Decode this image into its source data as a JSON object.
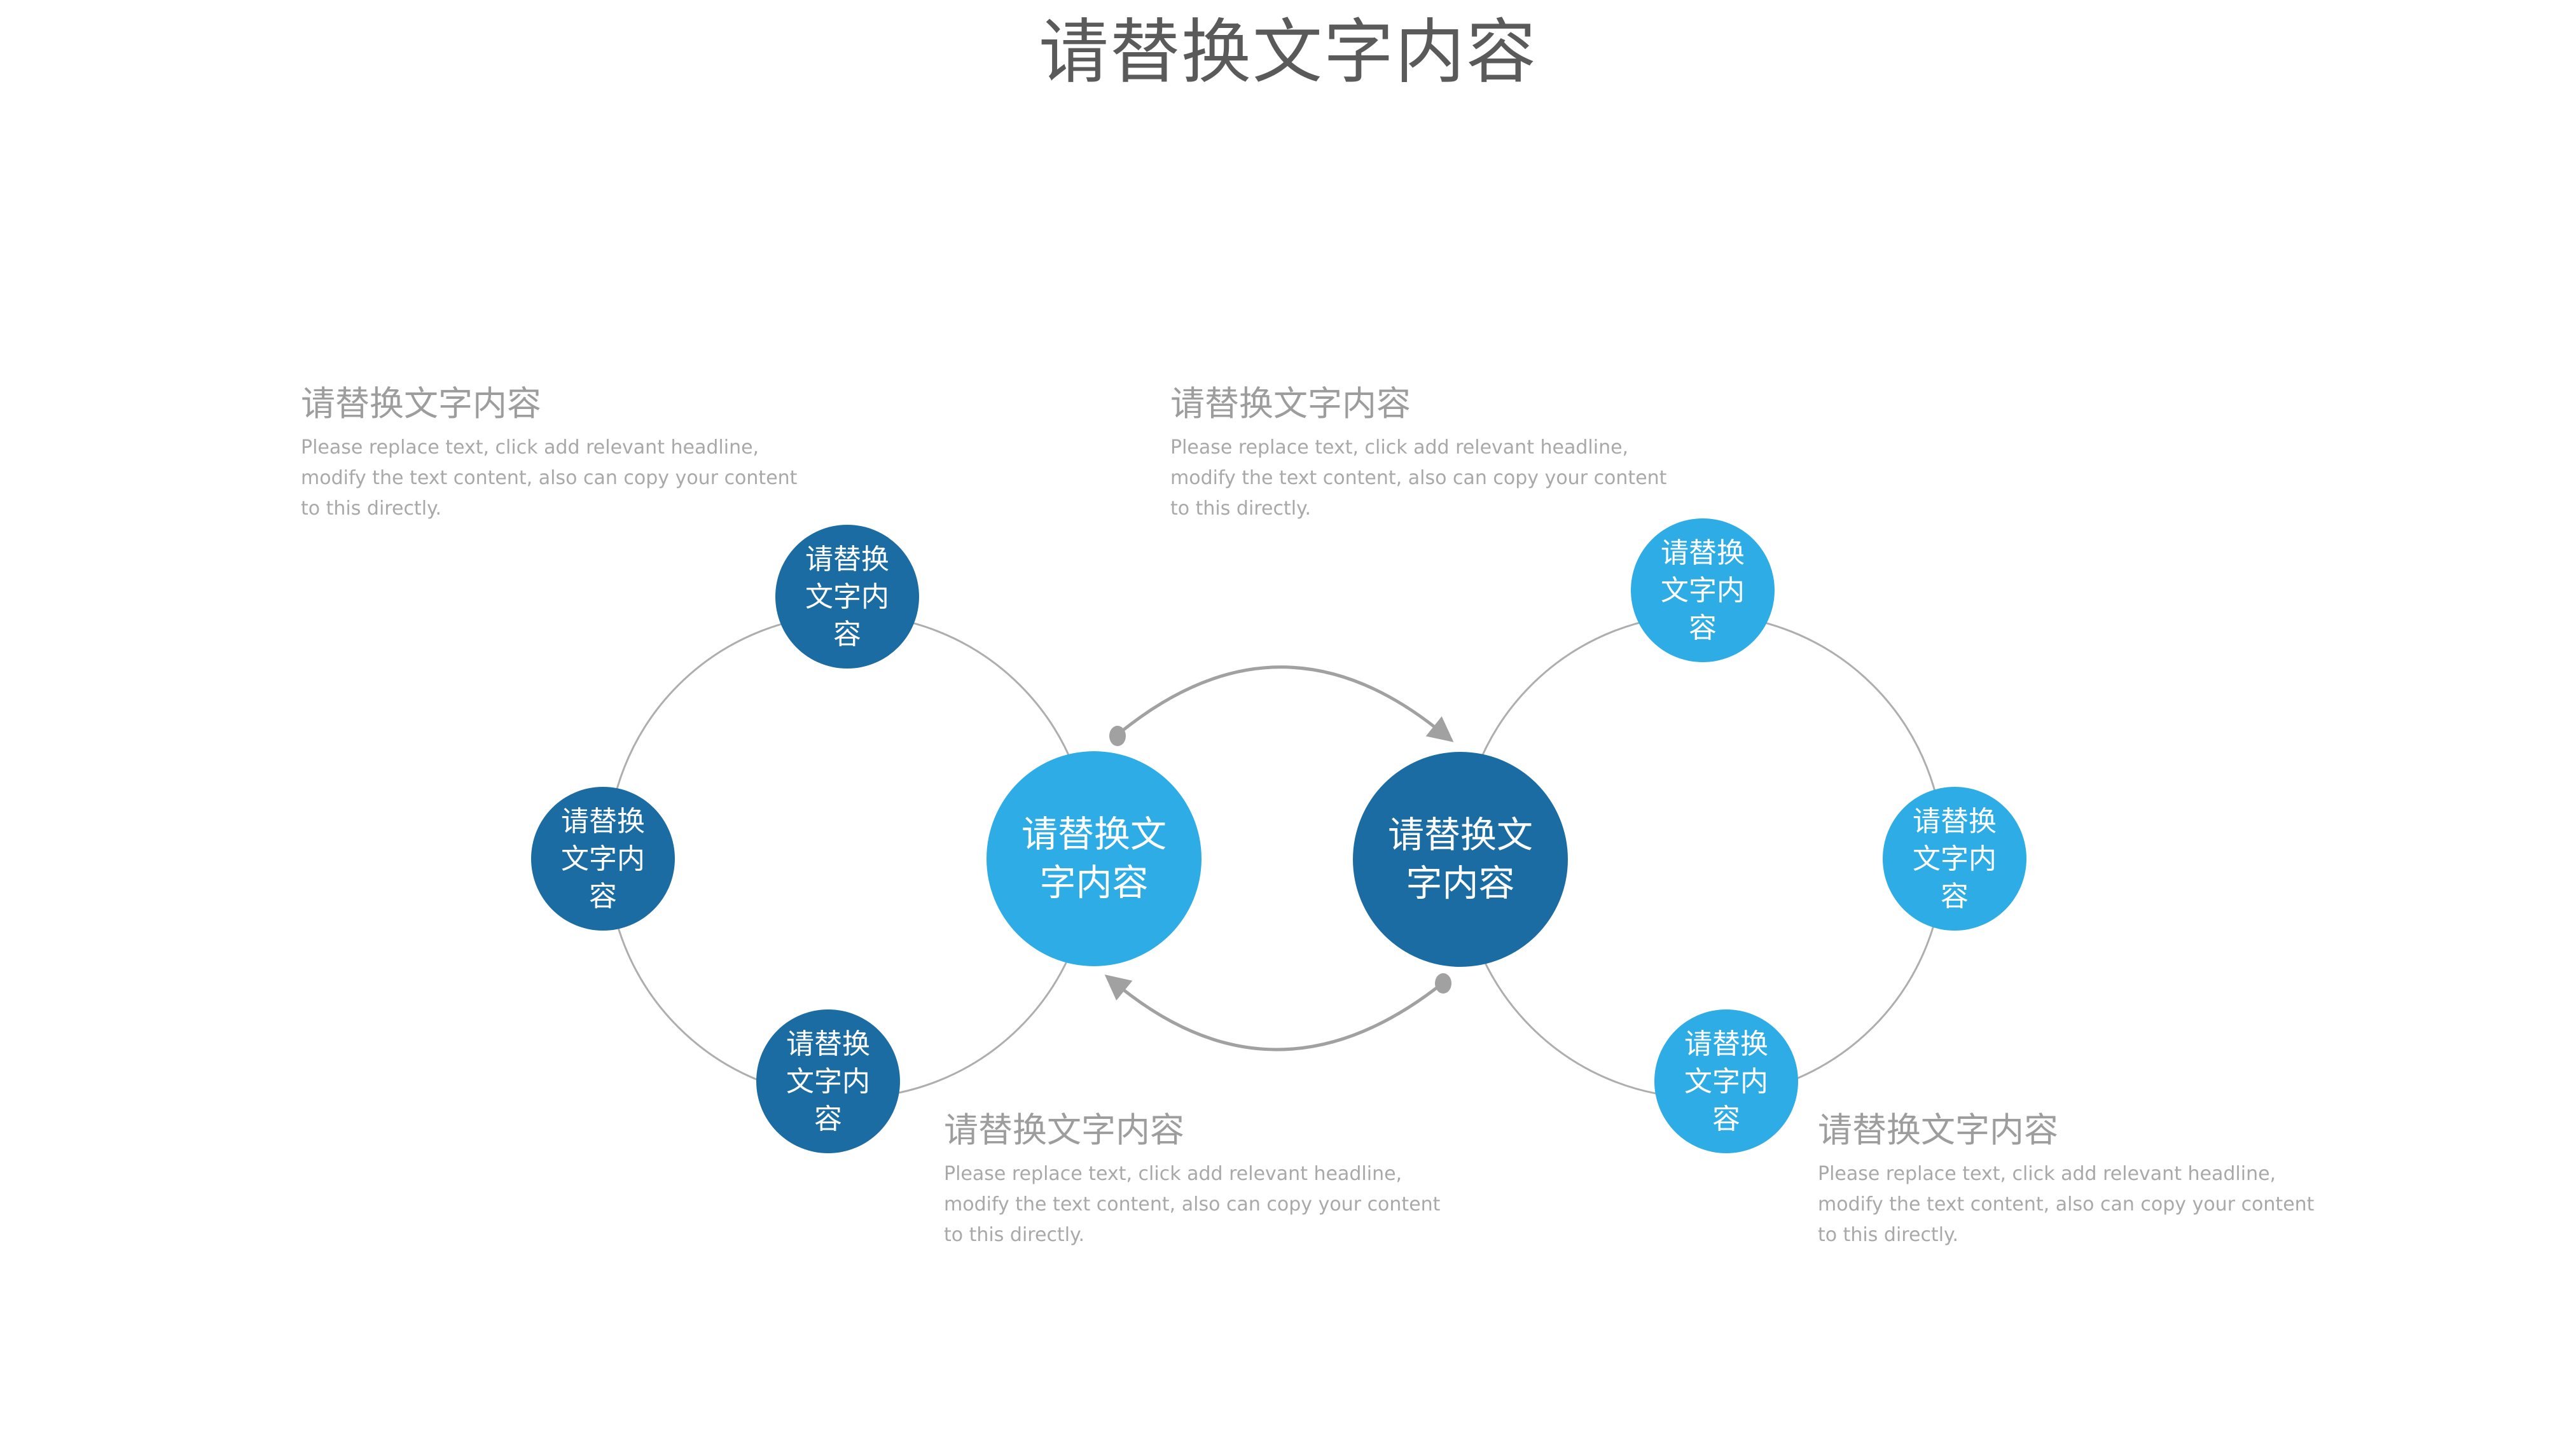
{
  "slide": {
    "title": "请替换文字内容",
    "colors": {
      "light_blue": "#2EACE6",
      "dark_blue": "#1B6CA3",
      "ring_gray": "#AEAEAE",
      "connector_gray": "#A1A1A1",
      "title_gray": "#5A5A5A",
      "heading_gray": "#9D9D9D",
      "body_gray": "#A9A9A9"
    },
    "text_blocks": [
      {
        "position": "top-left",
        "heading": "请替换文字内容",
        "body_lines": [
          "Please replace text, click add relevant headline,",
          "modify the text content, also can copy your content",
          "to this directly."
        ]
      },
      {
        "position": "top-center",
        "heading": "请替换文字内容",
        "body_lines": [
          "Please replace text, click add relevant headline,",
          "modify the text content, also can copy your content",
          "to this directly."
        ]
      },
      {
        "position": "bottom-left",
        "heading": "请替换文字内容",
        "body_lines": [
          "Please replace text, click add relevant headline,",
          "modify the text content, also can copy your content",
          "to this directly."
        ]
      },
      {
        "position": "bottom-right",
        "heading": "请替换文字内容",
        "body_lines": [
          "Please replace text, click add relevant headline,",
          "modify the text content, also can copy your content",
          "to this directly."
        ]
      }
    ],
    "center_circles": [
      {
        "id": "left",
        "fill": "light-blue",
        "lines": [
          "请替换文",
          "字内容"
        ]
      },
      {
        "id": "right",
        "fill": "dark-blue",
        "lines": [
          "请替换文",
          "字内容"
        ]
      }
    ],
    "small_circles": [
      {
        "ring": "left",
        "position": "top",
        "fill": "dark-blue",
        "lines": [
          "请替换",
          "文字内",
          "容"
        ]
      },
      {
        "ring": "left",
        "position": "left",
        "fill": "dark-blue",
        "lines": [
          "请替换",
          "文字内",
          "容"
        ]
      },
      {
        "ring": "left",
        "position": "bottom",
        "fill": "dark-blue",
        "lines": [
          "请替换",
          "文字内",
          "容"
        ]
      },
      {
        "ring": "right",
        "position": "top",
        "fill": "light-blue",
        "lines": [
          "请替换",
          "文字内",
          "容"
        ]
      },
      {
        "ring": "right",
        "position": "right",
        "fill": "light-blue",
        "lines": [
          "请替换",
          "文字内",
          "容"
        ]
      },
      {
        "ring": "right",
        "position": "bottom",
        "fill": "light-blue",
        "lines": [
          "请替换",
          "文字内",
          "容"
        ]
      }
    ]
  }
}
